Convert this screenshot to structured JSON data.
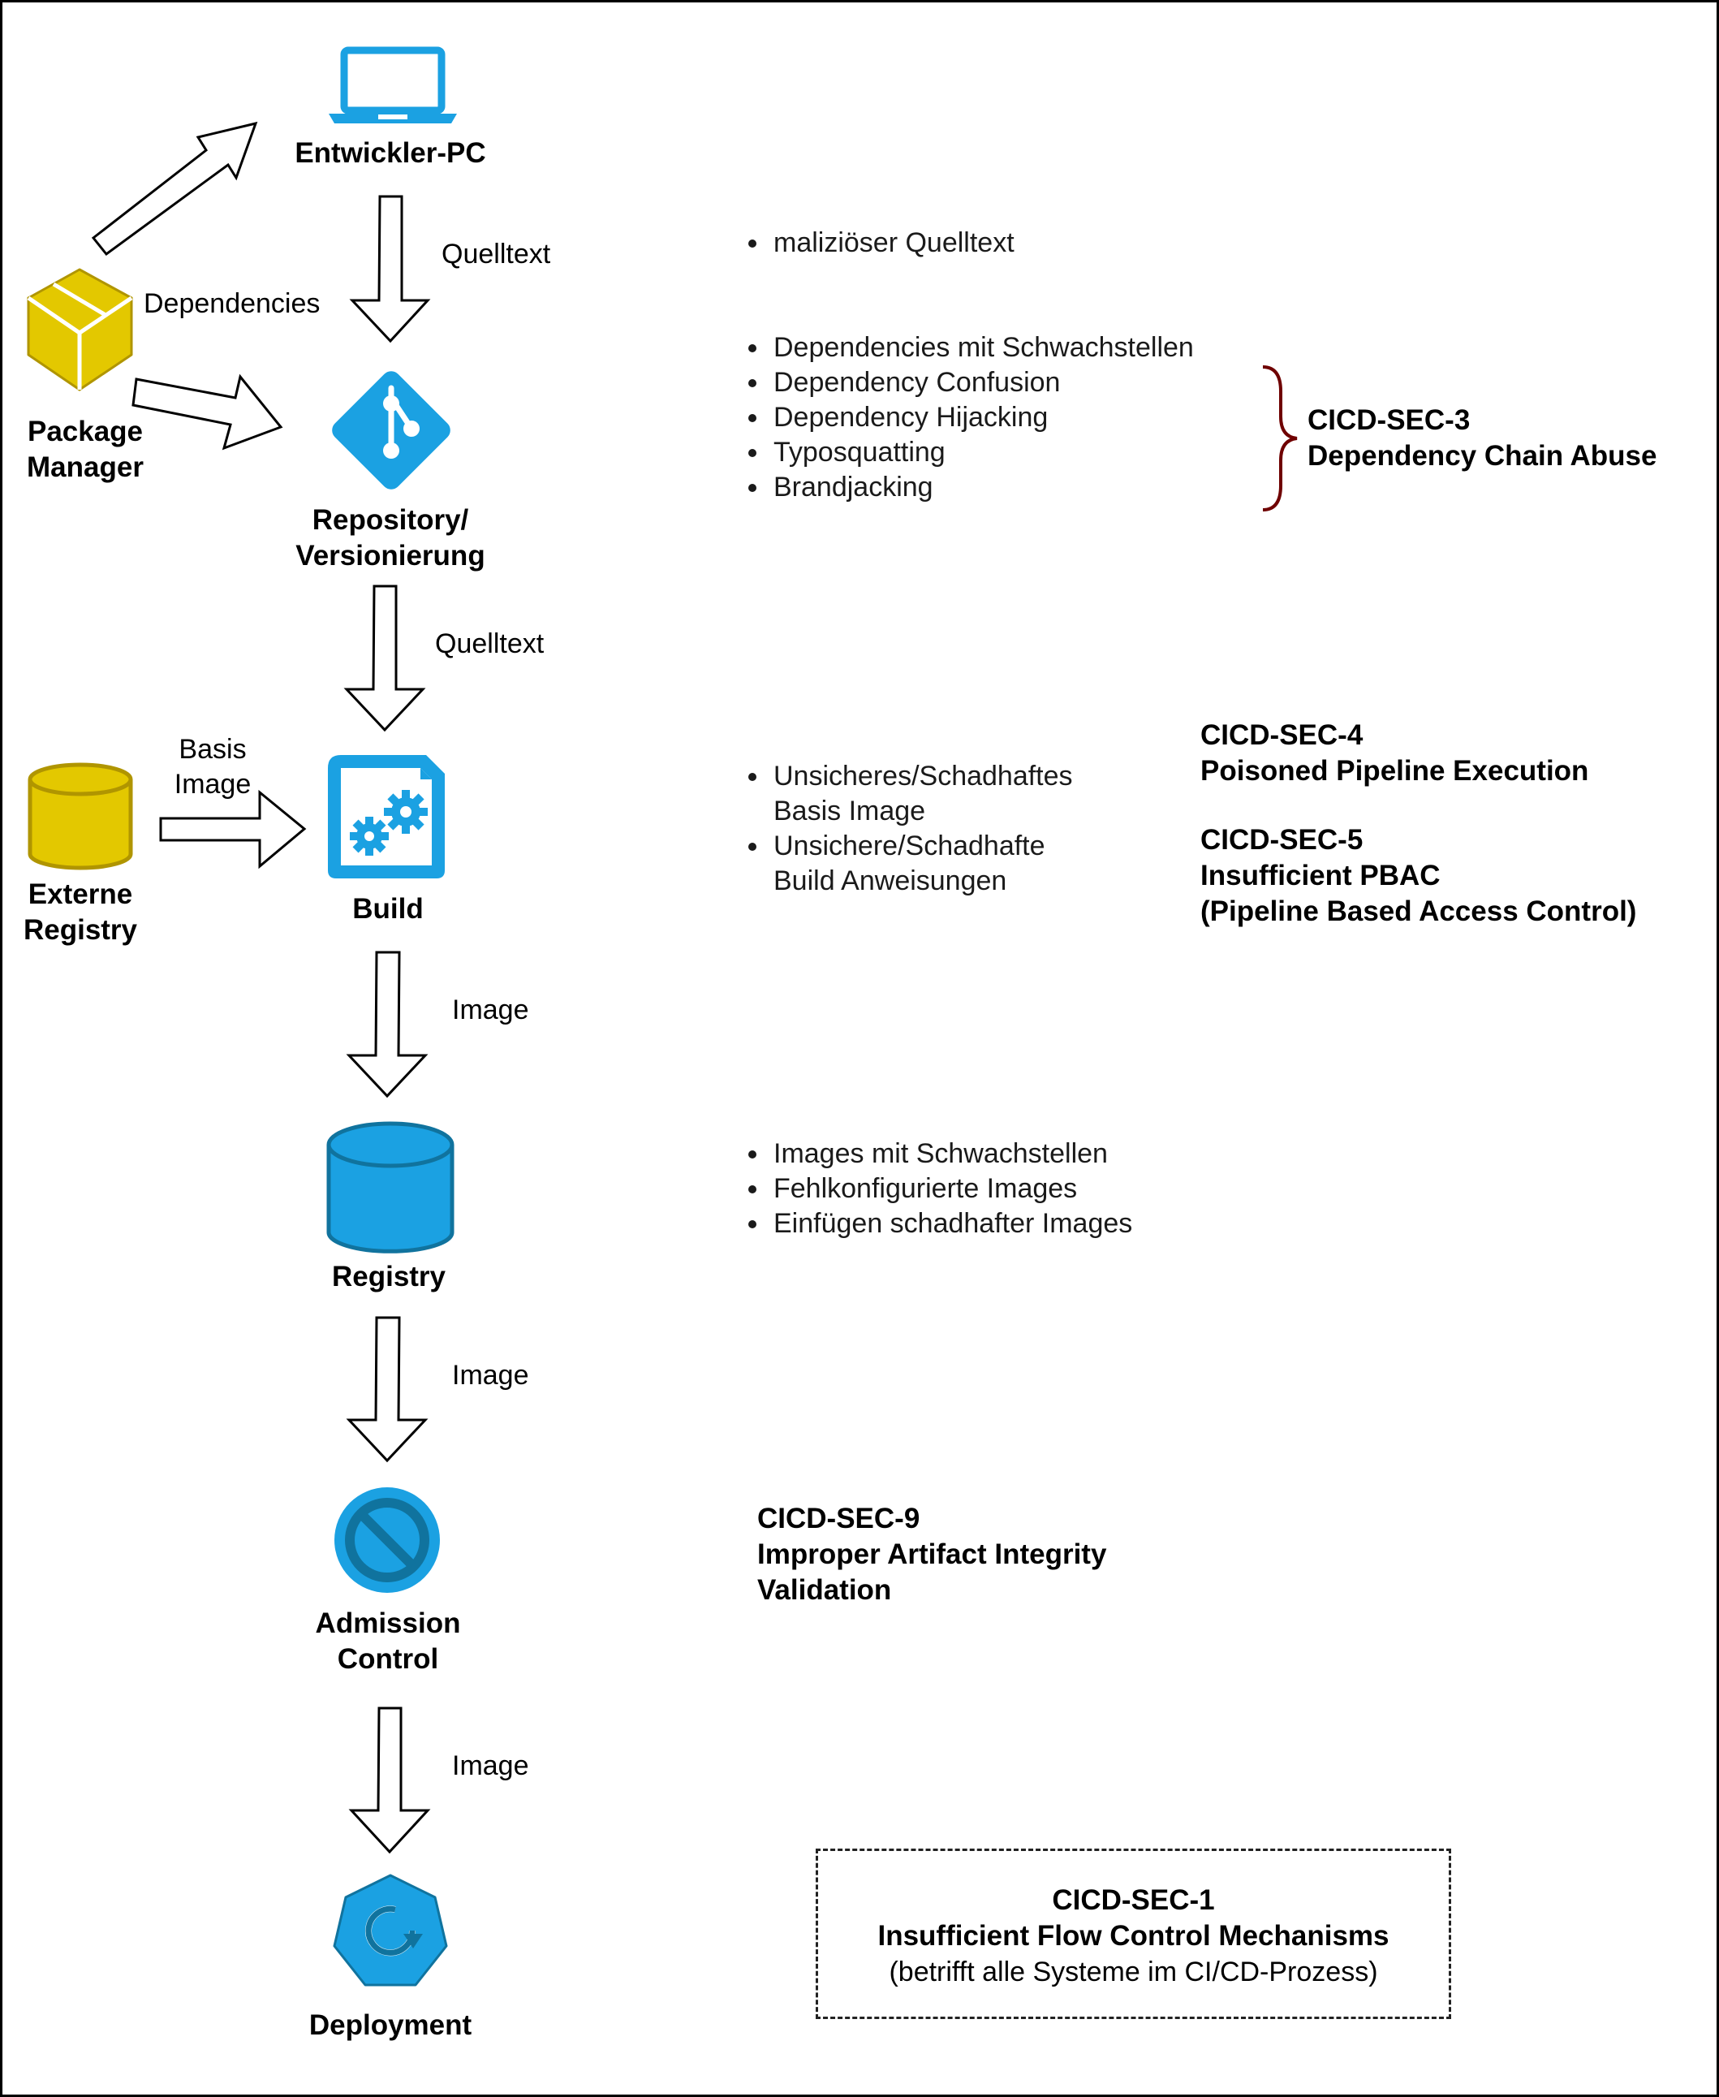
{
  "colors": {
    "accent_blue": "#1ba1e2",
    "blue_dark": "#10739e",
    "package_yellow": "#e3c800",
    "yellow_dark": "#b09500",
    "brace": "#6f0000"
  },
  "nodes": {
    "dev_pc": "Entwickler-PC",
    "package_manager": [
      "Package",
      "Manager"
    ],
    "repository": [
      "Repository/",
      "Versionierung"
    ],
    "externe_registry": [
      "Externe",
      "Registry"
    ],
    "build": "Build",
    "registry": "Registry",
    "admission": [
      "Admission",
      "Control"
    ],
    "deployment": "Deployment"
  },
  "edges": {
    "dependencies": "Dependencies",
    "quelltext_1": "Quelltext",
    "quelltext_2": "Quelltext",
    "basis_image": [
      "Basis",
      "Image"
    ],
    "image_1": "Image",
    "image_2": "Image",
    "image_3": "Image"
  },
  "risks": {
    "dev": [
      "maliziöser Quelltext"
    ],
    "repo": [
      "Dependencies mit Schwachstellen",
      "Dependency Confusion",
      "Dependency Hijacking",
      "Typosquatting",
      "Brandjacking"
    ],
    "build": [
      "Unsicheres/Schadhaftes",
      "Basis Image",
      "Unsichere/Schadhafte",
      "Build Anweisungen"
    ],
    "registry": [
      "Images mit Schwachstellen",
      "Fehlkonfigurierte Images",
      "Einfügen schadhafter Images"
    ]
  },
  "sec": {
    "sec3": [
      "CICD-SEC-3",
      "Dependency Chain Abuse"
    ],
    "sec4": [
      "CICD-SEC-4",
      "Poisoned Pipeline Execution"
    ],
    "sec5": [
      "CICD-SEC-5",
      "Insufficient PBAC",
      "(Pipeline Based Access Control)"
    ],
    "sec9": [
      "CICD-SEC-9",
      "Improper Artifact Integrity",
      "Validation"
    ],
    "sec1": {
      "id": "CICD-SEC-1",
      "title": "Insufficient Flow Control Mechanisms",
      "note": "(betrifft alle Systeme im CI/CD-Prozess)"
    }
  }
}
